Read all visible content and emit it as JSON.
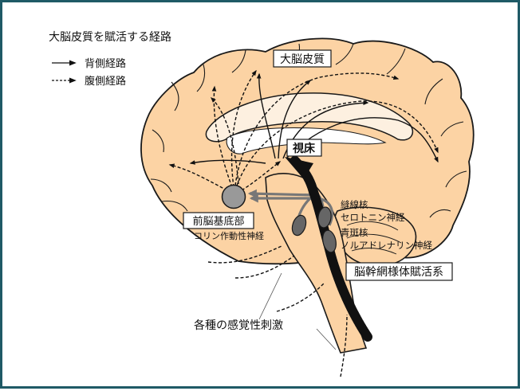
{
  "diagram": {
    "title": "大脳皮質を賦活する経路",
    "legend": {
      "dorsal": "背側経路",
      "ventral": "腹側経路"
    },
    "labels": {
      "cortex": "大脳皮質",
      "thalamus": "視床",
      "basal_forebrain": "前脳基底部",
      "cholinergic": "コリン作動性神経",
      "raphe": "縫線核",
      "serotonin": "セロトニン神経",
      "locus_coeruleus": "青斑核",
      "noradrenaline": "ノルアドレナリン神経",
      "reticular": "脳幹網様体賦活系",
      "stimuli": "各種の感覚性刺激"
    },
    "colors": {
      "brain_fill": "#fcd3a4",
      "outline": "#1a1a1a",
      "gray_arrow": "#6f6f6f",
      "nucleus": "#666666",
      "frame": "#1f5a66"
    }
  }
}
